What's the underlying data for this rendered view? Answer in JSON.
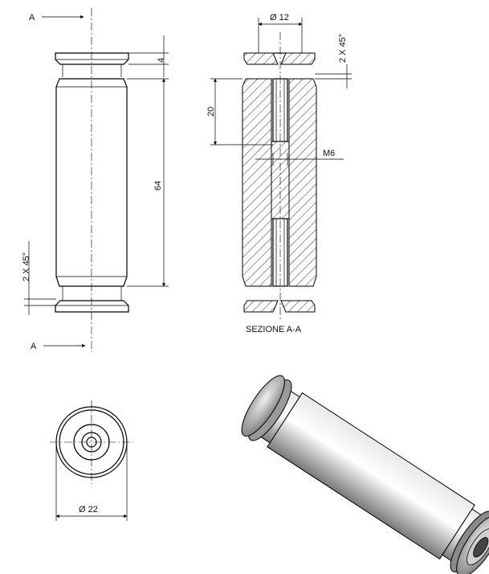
{
  "section_marker_top": "A",
  "section_marker_bottom": "A",
  "dim_flange_thickness": "4",
  "dim_length": "64",
  "dim_chamfer_left": "2 X 45°",
  "dim_bore_diameter": "Ø 12",
  "dim_chamfer_right": "2 X 45°",
  "dim_thread_depth": "20",
  "dim_thread": "M6",
  "section_caption": "SEZIONE A-A",
  "dim_outer_diameter": "Ø 22"
}
